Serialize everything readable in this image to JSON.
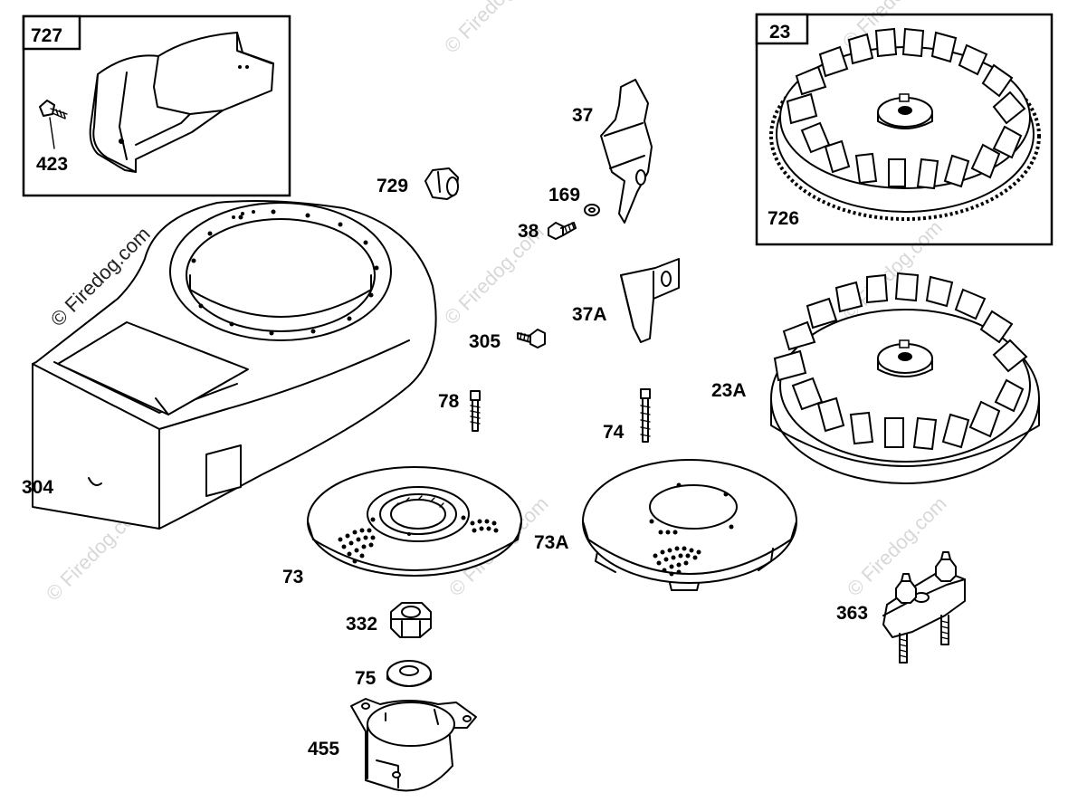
{
  "watermark": "© Firedog.com",
  "callouts": {
    "p727": "727",
    "p423": "423",
    "p23": "23",
    "p726": "726",
    "p37": "37",
    "p729": "729",
    "p169": "169",
    "p38": "38",
    "p37a": "37A",
    "p305": "305",
    "p23a": "23A",
    "p78": "78",
    "p74": "74",
    "p304": "304",
    "p73": "73",
    "p73a": "73A",
    "p332": "332",
    "p363": "363",
    "p75": "75",
    "p455": "455"
  }
}
